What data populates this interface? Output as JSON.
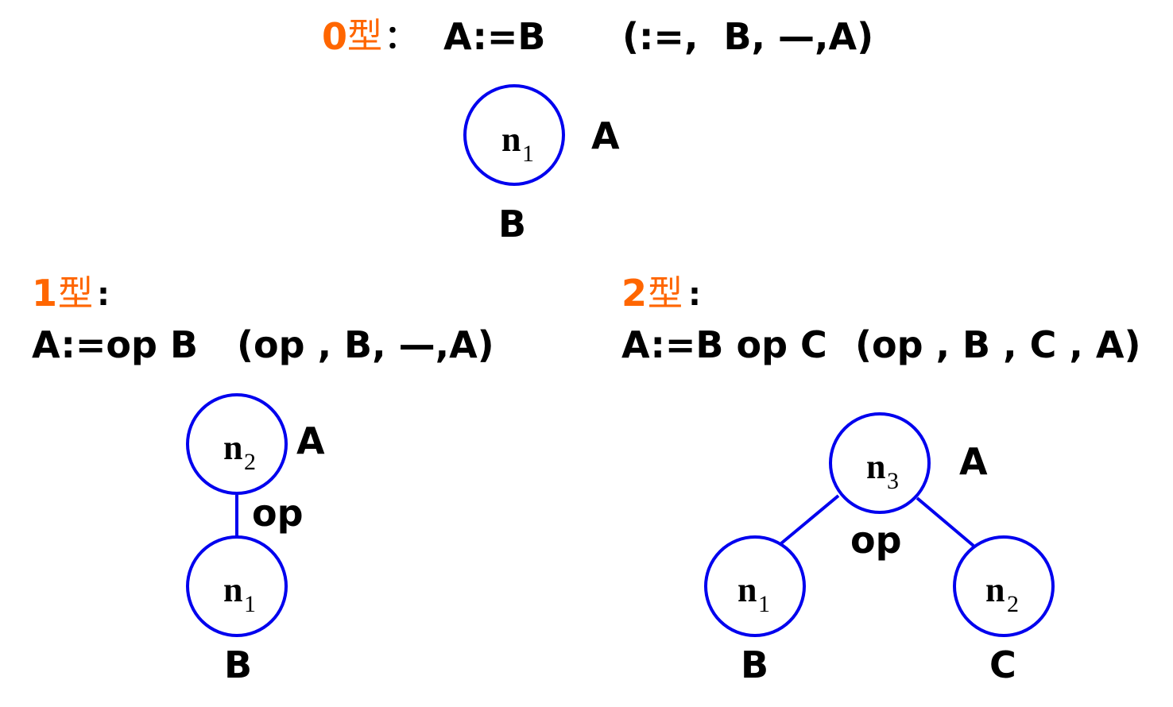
{
  "colors": {
    "heading_accent": "#ff6600",
    "text": "#000000",
    "node_stroke": "#0000ee",
    "background": "#ffffff"
  },
  "type0": {
    "heading_num": "0",
    "heading_char": "型",
    "heading_colon": "：",
    "formula": "A:=B",
    "quad": "(:=,  B, —,A)",
    "nodes": [
      {
        "id": "n1",
        "base": "n",
        "sub": "1",
        "label_right": "A",
        "label_below": "B"
      }
    ]
  },
  "type1": {
    "heading_num": "1",
    "heading_char": "型",
    "heading_colon": ":",
    "formula": "A:=op B",
    "quad": "(op , B, —,A)",
    "edge_label": "op",
    "nodes": [
      {
        "id": "n2",
        "base": "n",
        "sub": "2",
        "label": "A"
      },
      {
        "id": "n1",
        "base": "n",
        "sub": "1",
        "label": "B"
      }
    ]
  },
  "type2": {
    "heading_num": "2",
    "heading_char": "型",
    "heading_colon": ":",
    "formula": "A:=B op C",
    "quad": "(op , B , C , A)",
    "edge_label": "op",
    "nodes": [
      {
        "id": "n3",
        "base": "n",
        "sub": "3",
        "label": "A"
      },
      {
        "id": "n1",
        "base": "n",
        "sub": "1",
        "label": "B"
      },
      {
        "id": "n2",
        "base": "n",
        "sub": "2",
        "label": "C"
      }
    ]
  }
}
